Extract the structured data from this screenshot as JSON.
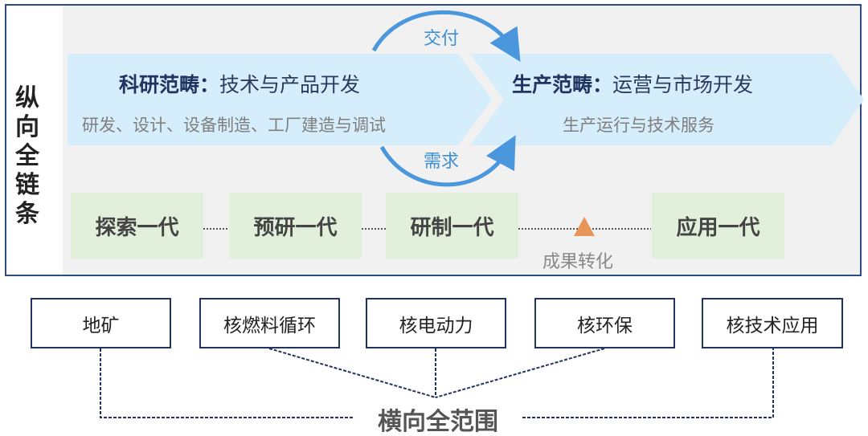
{
  "vertical": {
    "title": "纵向全链条"
  },
  "research": {
    "title": "科研范畴",
    "colon": "：",
    "subtitle": "技术与产品开发",
    "detail": "研发、设计、设备制造、工厂建造与调试"
  },
  "production": {
    "title": "生产范畴",
    "colon": "：",
    "subtitle": "运营与市场开发",
    "detail": "生产运行与技术服务"
  },
  "arrows": {
    "delivery": "交付",
    "demand": "需求"
  },
  "generations": [
    "探索一代",
    "预研一代",
    "研制一代",
    "应用一代"
  ],
  "transfer_label": "成果转化",
  "domains": [
    "地矿",
    "核燃料循环",
    "核电动力",
    "核环保",
    "核技术应用"
  ],
  "horizontal": {
    "title": "横向全范围"
  },
  "colors": {
    "band": "#d6edfb",
    "green": "#e2efda",
    "arrow": "#4a97dd",
    "triangle": "#e8955a",
    "border": "#2f4b85"
  }
}
